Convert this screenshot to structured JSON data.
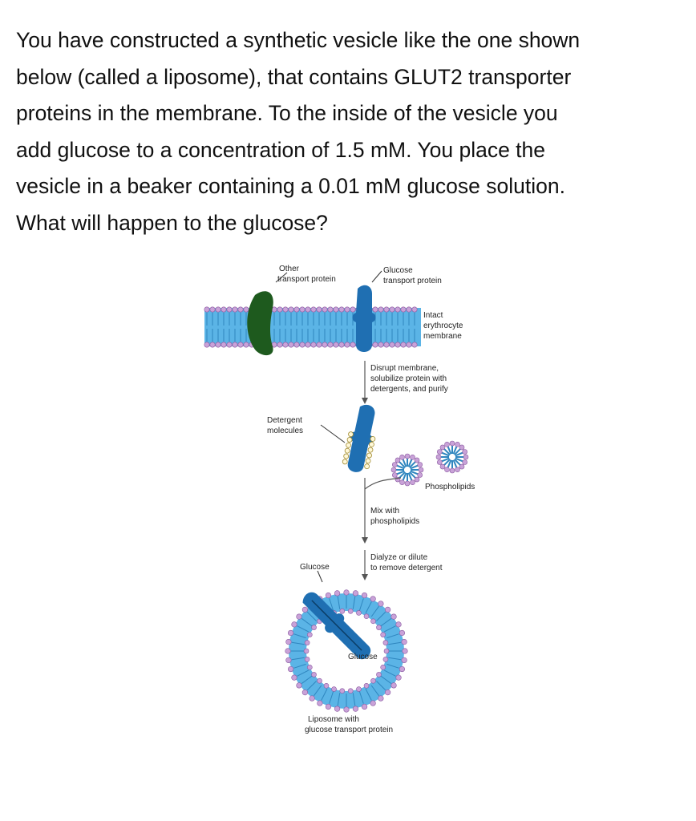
{
  "question": {
    "lines": [
      "You have constructed a synthetic vesicle like the one shown",
      "below (called a liposome), that contains GLUT2 transporter",
      "proteins in the membrane. To the inside of the vesicle you",
      "add glucose to a concentration of 1.5 mM. You place the",
      "vesicle in a beaker containing a 0.01 mM glucose solution.",
      "What will happen  to the glucose?"
    ]
  },
  "figure": {
    "label_other_1": "Other",
    "label_other_2": "transport protein",
    "label_glut_1": "Glucose",
    "label_glut_2": "transport protein",
    "label_intact_1": "Intact",
    "label_intact_2": "erythrocyte",
    "label_intact_3": "membrane",
    "step1_1": "Disrupt membrane,",
    "step1_2": "solubilize protein with",
    "step1_3": "detergents, and purify",
    "label_detergent_1": "Detergent",
    "label_detergent_2": "molecules",
    "label_phospholipids": "Phospholipids",
    "step2_1": "Mix with",
    "step2_2": "phospholipids",
    "step3_1": "Dialyze or dilute",
    "step3_2": "to remove detergent",
    "label_glucose_out": "Glucose",
    "label_glucose_in": "Glucose",
    "label_liposome_1": "Liposome with",
    "label_liposome_2": "glucose transport protein",
    "colors": {
      "membrane": "#5bb4e6",
      "headgroup": "#c9a2d8",
      "protein_blue": "#1f6fb2",
      "protein_green": "#1e5a1e"
    }
  }
}
